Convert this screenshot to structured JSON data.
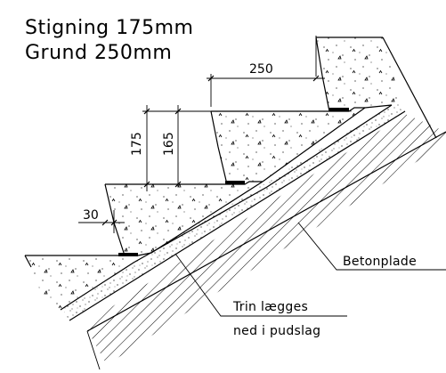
{
  "title": {
    "line1": "Stigning 175mm",
    "line2": "Grund 250mm"
  },
  "dimensions": {
    "tread": "250",
    "rise_total": "175",
    "rise_step": "165",
    "nosing": "30"
  },
  "labels": {
    "slab": "Betonplade",
    "note_line1": "Trin lægges",
    "note_line2": "ned i pudslag"
  }
}
